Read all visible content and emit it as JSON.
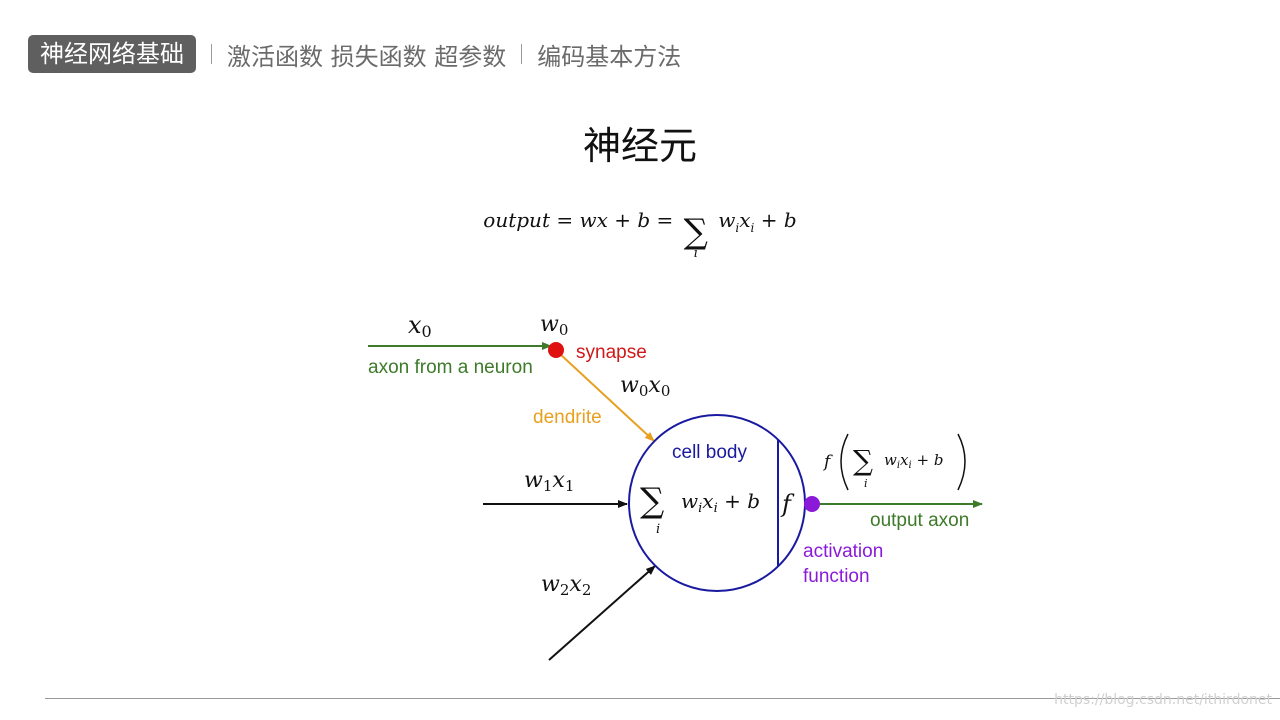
{
  "nav": {
    "active": "神经网络基础",
    "items": [
      "激活函数 损失函数 超参数",
      "编码基本方法"
    ]
  },
  "title": "神经元",
  "formula": {
    "output": "output",
    "eq": "=",
    "wx": "wx",
    "plus": "+",
    "b": "b",
    "sum_sub": "i",
    "wi": "w",
    "xi": "x",
    "sub_i": "i"
  },
  "diagram": {
    "x0": "x",
    "x0_sub": "0",
    "w0": "w",
    "w0_sub": "0",
    "w0x0_w": "w",
    "w0x0_x": "x",
    "w0x0_sub": "0",
    "axon_label": "axon from a neuron",
    "synapse_label": "synapse",
    "dendrite_label": "dendrite",
    "cell_body_label": "cell body",
    "w1x1_w": "w",
    "w1x1_x": "x",
    "w1x1_sub": "1",
    "w2x2_w": "w",
    "w2x2_x": "x",
    "w2x2_sub": "2",
    "f_symbol": "f",
    "output_axon_label": "output axon",
    "activation_label_1": "activation",
    "activation_label_2": "function",
    "colors": {
      "axon_green": "#3d7a2a",
      "synapse_red": "#e01010",
      "dendrite_orange": "#e8a020",
      "cell_blue": "#1a1aa0",
      "activation_purple": "#8a1ad8"
    }
  },
  "watermark": "https://blog.csdn.net/ithirdonet"
}
